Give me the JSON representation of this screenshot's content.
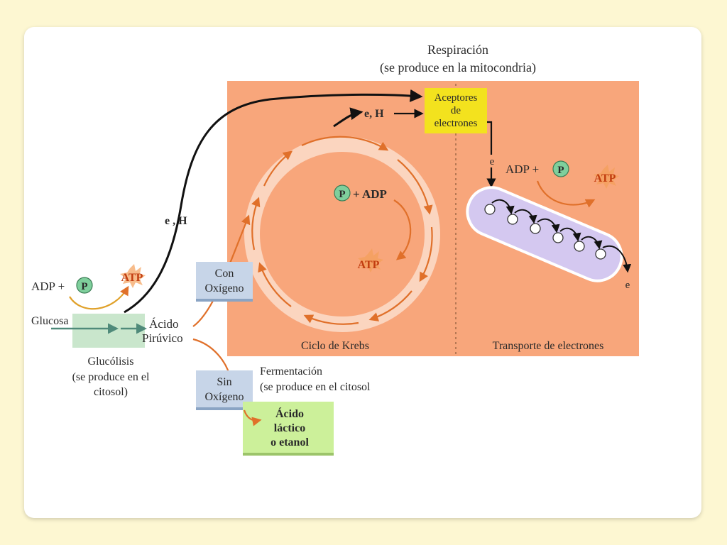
{
  "respiration": {
    "title": "Respiración",
    "subtitle": "(se produce en la mitocondria)"
  },
  "acceptors": {
    "line1": "Aceptores",
    "line2": "de",
    "line3": "electrones"
  },
  "krebs": {
    "label": "Ciclo de Krebs",
    "eh": "e, H",
    "p": "P",
    "plus_adp": "+ ADP",
    "atp": "ATP"
  },
  "transport": {
    "label": "Transporte de electrones",
    "e_in": "e",
    "e_out": "e",
    "adp": "ADP +",
    "p": "P",
    "atp": "ATP"
  },
  "glycolysis": {
    "adp": "ADP +",
    "p": "P",
    "atp": "ATP",
    "glucose": "Glucosa",
    "label_l1": "Glucólisis",
    "label_l2": "(se produce en el",
    "label_l3": "citosol)",
    "eh": "e , H"
  },
  "pyruvic": {
    "line1": "Ácido",
    "line2": "Pirúvico"
  },
  "with_oxygen": {
    "line1": "Con",
    "line2": "Oxígeno"
  },
  "without_oxygen": {
    "line1": "Sin",
    "line2": "Oxígeno"
  },
  "fermentation": {
    "title": "Fermentación",
    "subtitle": "(se produce en el citosol"
  },
  "lactic": {
    "line1": "Ácido",
    "line2": "láctico",
    "line3": "o etanol"
  },
  "colors": {
    "mitochondria": "#f8a67b",
    "acceptor_box": "#f3e21e",
    "transport_chain": "#d4c8f0",
    "phosphate": "#7fcf9c",
    "atp": "#d94c1a",
    "orange_arrow": "#e0702a",
    "box_blue": "#c7d5e8",
    "box_green": "#ccf09a",
    "glycolysis_band": "#c9e6cc"
  }
}
